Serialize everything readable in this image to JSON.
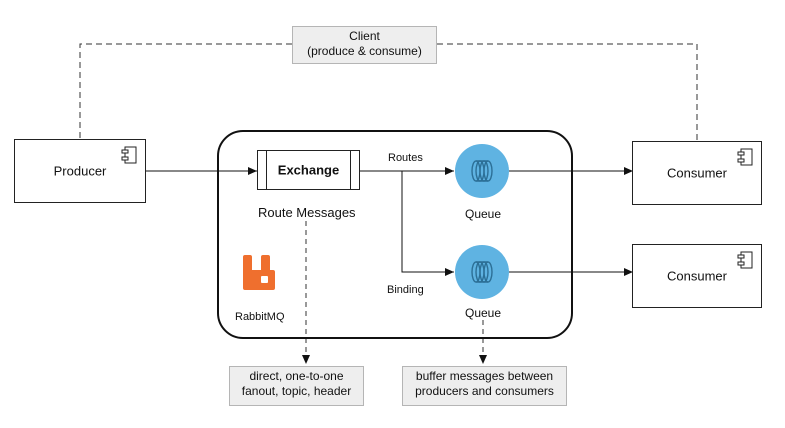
{
  "client": {
    "line1": "Client",
    "line2": "(produce & consume)"
  },
  "producer": {
    "label": "Producer"
  },
  "consumers": [
    {
      "label": "Consumer"
    },
    {
      "label": "Consumer"
    }
  ],
  "broker": {
    "name": "RabbitMQ",
    "logo_color": "#ef6f2e"
  },
  "exchange": {
    "label": "Exchange",
    "caption": "Route Messages"
  },
  "queues": [
    {
      "label": "Queue"
    },
    {
      "label": "Queue"
    }
  ],
  "edges": {
    "routes": "Routes",
    "binding": "Binding"
  },
  "notes": {
    "exchange": {
      "line1": "direct, one-to-one",
      "line2": "fanout, topic, header"
    },
    "queue": {
      "line1": "buffer messages between",
      "line2": "producers and consumers"
    }
  },
  "colors": {
    "queue": "#5fb3e2",
    "note_bg": "#eeeeee"
  }
}
